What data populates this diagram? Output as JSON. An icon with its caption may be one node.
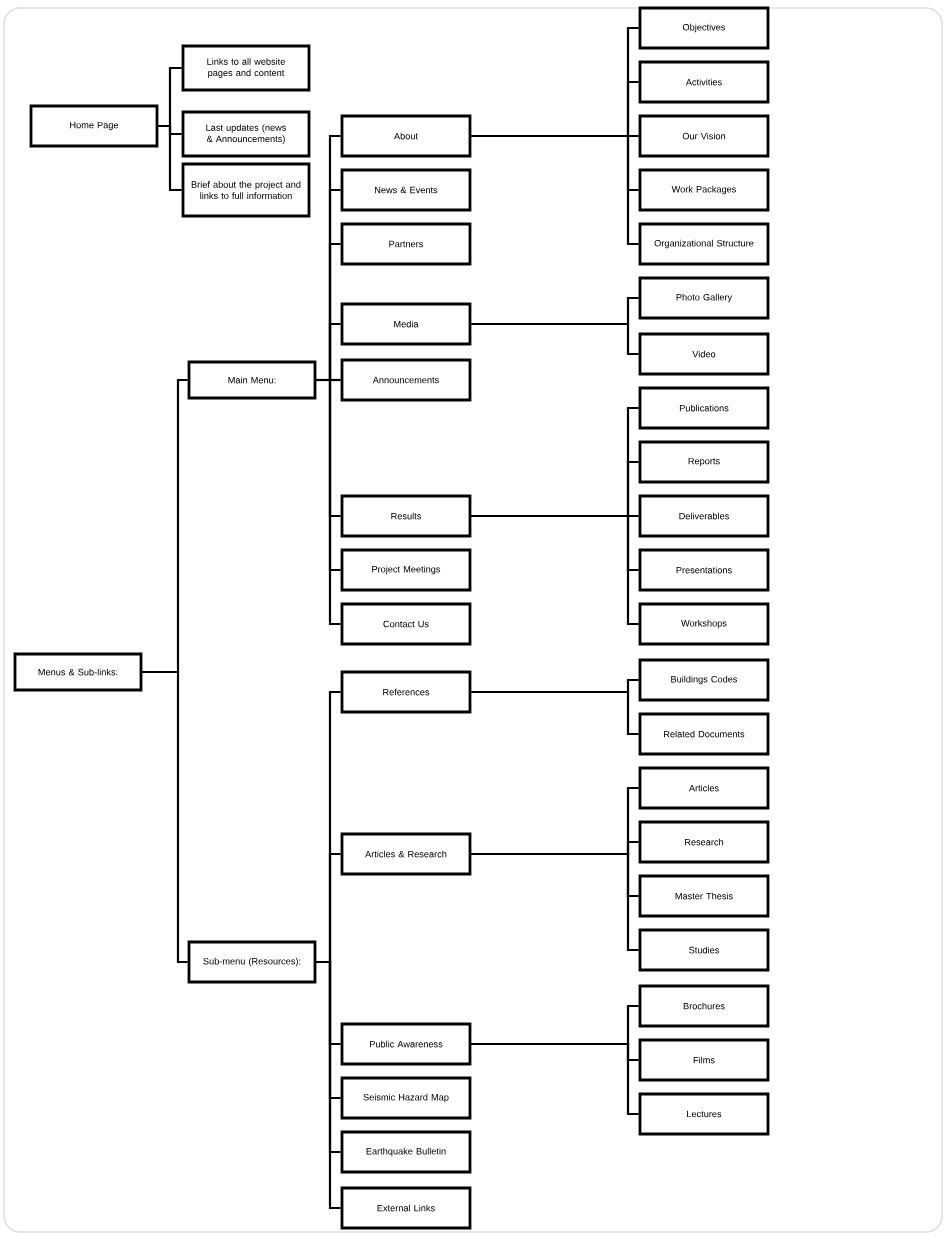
{
  "diagram": {
    "nodes": [
      {
        "text": [
          "Home Page"
        ]
      },
      {
        "text": [
          "Links to all website pages and content"
        ]
      },
      {
        "text": [
          "Last updates (news & Announcements)"
        ]
      },
      {
        "text": [
          "Brief about the project and links to full information"
        ]
      },
      {
        "text": [
          "Menus & Sub-links:"
        ]
      },
      {
        "text": [
          "Main Menu:"
        ]
      },
      {
        "text": [
          "Sub-menu (Resources):"
        ]
      },
      {
        "text": [
          "About"
        ]
      },
      {
        "text": [
          "News & Events"
        ]
      },
      {
        "text": [
          "Partners"
        ]
      },
      {
        "text": [
          "Media"
        ]
      },
      {
        "text": [
          "Announcements"
        ]
      },
      {
        "text": [
          "Results"
        ]
      },
      {
        "text": [
          "Project Meetings"
        ]
      },
      {
        "text": [
          "Contact Us"
        ]
      },
      {
        "text": [
          "References"
        ]
      },
      {
        "text": [
          "Articles & Research"
        ]
      },
      {
        "text": [
          "Public Awareness"
        ]
      },
      {
        "text": [
          "Seismic Hazard Map"
        ]
      },
      {
        "text": [
          "Earthquake Bulletin"
        ]
      },
      {
        "text": [
          "External Links"
        ]
      },
      {
        "text": [
          "Objectives"
        ]
      },
      {
        "text": [
          "Activities"
        ]
      },
      {
        "text": [
          "Our Vision"
        ]
      },
      {
        "text": [
          "Work Packages"
        ]
      },
      {
        "text": [
          "Organizational Structure"
        ]
      },
      {
        "text": [
          "Photo Gallery"
        ]
      },
      {
        "text": [
          "Video"
        ]
      },
      {
        "text": [
          "Publications"
        ]
      },
      {
        "text": [
          "Reports"
        ]
      },
      {
        "text": [
          "Deliverables"
        ]
      },
      {
        "text": [
          "Presentations"
        ]
      },
      {
        "text": [
          "Workshops"
        ]
      },
      {
        "text": [
          "Buildings Codes"
        ]
      },
      {
        "text": [
          "Related Documents"
        ]
      },
      {
        "text": [
          "Articles"
        ]
      },
      {
        "text": [
          "Research"
        ]
      },
      {
        "text": [
          "Master Thesis"
        ]
      },
      {
        "text": [
          "Studies"
        ]
      },
      {
        "text": [
          "Brochures"
        ]
      },
      {
        "text": [
          "Films"
        ]
      },
      {
        "text": [
          "Lectures"
        ]
      }
    ],
    "edges": [
      {
        "from": 0,
        "to": 1,
        "arrow": "none"
      },
      {
        "from": 0,
        "to": 2,
        "arrow": "none"
      },
      {
        "from": 0,
        "to": 3,
        "arrow": "none"
      },
      {
        "from": 4,
        "to": 5,
        "arrow": "none"
      },
      {
        "from": 4,
        "to": 6,
        "arrow": "none"
      },
      {
        "from": 5,
        "to": 7,
        "arrow": "none"
      },
      {
        "from": 5,
        "to": 8,
        "arrow": "none"
      },
      {
        "from": 5,
        "to": 9,
        "arrow": "none"
      },
      {
        "from": 5,
        "to": 10,
        "arrow": "none"
      },
      {
        "from": 5,
        "to": 11,
        "arrow": "none"
      },
      {
        "from": 5,
        "to": 12,
        "arrow": "none"
      },
      {
        "from": 5,
        "to": 13,
        "arrow": "none"
      },
      {
        "from": 5,
        "to": 14,
        "arrow": "none"
      },
      {
        "from": 6,
        "to": 15,
        "arrow": "none"
      },
      {
        "from": 6,
        "to": 16,
        "arrow": "none"
      },
      {
        "from": 6,
        "to": 17,
        "arrow": "none"
      },
      {
        "from": 6,
        "to": 18,
        "arrow": "none"
      },
      {
        "from": 6,
        "to": 19,
        "arrow": "none"
      },
      {
        "from": 6,
        "to": 20,
        "arrow": "none"
      },
      {
        "from": 7,
        "to": 21,
        "arrow": "none"
      },
      {
        "from": 7,
        "to": 22,
        "arrow": "none"
      },
      {
        "from": 7,
        "to": 23,
        "arrow": "none"
      },
      {
        "from": 7,
        "to": 24,
        "arrow": "none"
      },
      {
        "from": 7,
        "to": 25,
        "arrow": "none"
      },
      {
        "from": 10,
        "to": 26,
        "arrow": "none"
      },
      {
        "from": 10,
        "to": 27,
        "arrow": "none"
      },
      {
        "from": 12,
        "to": 28,
        "arrow": "none"
      },
      {
        "from": 12,
        "to": 29,
        "arrow": "none"
      },
      {
        "from": 12,
        "to": 30,
        "arrow": "none"
      },
      {
        "from": 12,
        "to": 31,
        "arrow": "none"
      },
      {
        "from": 12,
        "to": 32,
        "arrow": "none"
      },
      {
        "from": 15,
        "to": 33,
        "arrow": "none"
      },
      {
        "from": 15,
        "to": 34,
        "arrow": "none"
      },
      {
        "from": 16,
        "to": 35,
        "arrow": "none"
      },
      {
        "from": 16,
        "to": 36,
        "arrow": "none"
      },
      {
        "from": 16,
        "to": 37,
        "arrow": "none"
      },
      {
        "from": 16,
        "to": 38,
        "arrow": "none"
      },
      {
        "from": 17,
        "to": 39,
        "arrow": "none"
      },
      {
        "from": 17,
        "to": 40,
        "arrow": "none"
      },
      {
        "from": 17,
        "to": 41,
        "arrow": "none"
      }
    ]
  }
}
